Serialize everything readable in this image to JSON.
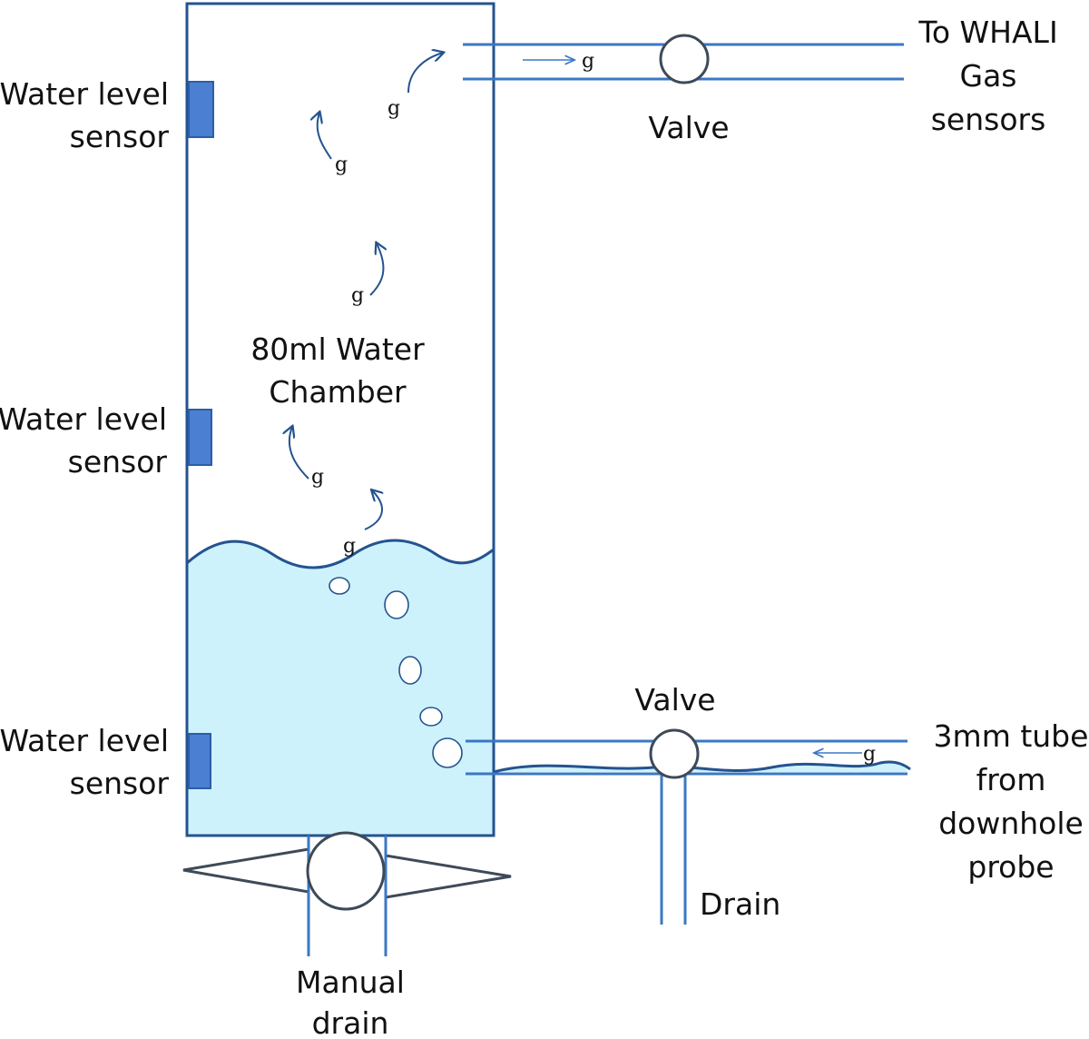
{
  "labels": {
    "sensor_top": [
      "Water level",
      "sensor"
    ],
    "sensor_middle": [
      "Water level",
      "sensor"
    ],
    "sensor_bottom": [
      "Water level",
      "sensor"
    ],
    "outlet": [
      "To WHALI",
      "Gas",
      "sensors"
    ],
    "valve_top": "Valve",
    "valve_bottom": "Valve",
    "chamber": [
      "80ml Water",
      "Chamber"
    ],
    "inlet": [
      "3mm tube",
      "from",
      "downhole",
      "probe"
    ],
    "drain": "Drain",
    "manual_drain": [
      "Manual",
      "drain"
    ],
    "gas": "g"
  },
  "colors": {
    "water": "#cdf2fb",
    "pipe": "#3a78c5",
    "outline": "#24538f",
    "sensor": "#4a7fd1",
    "valve": "#3d4a58"
  }
}
